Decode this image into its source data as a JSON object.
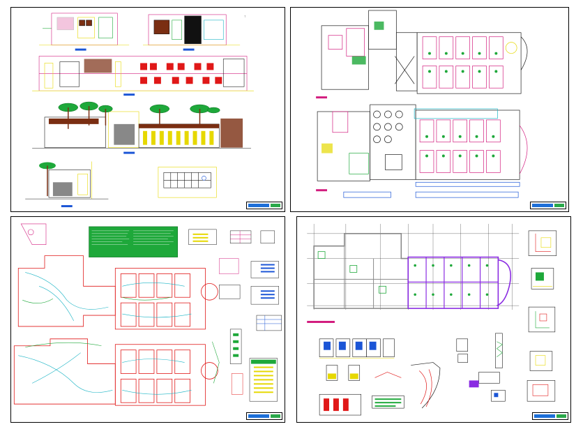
{
  "sheets": [
    {
      "id": "sheet-elevations",
      "kind": "elevations-and-sections"
    },
    {
      "id": "sheet-floor-plans",
      "kind": "floor-plans"
    },
    {
      "id": "sheet-electrical",
      "kind": "electrical-installation-plans"
    },
    {
      "id": "sheet-structural",
      "kind": "structural-plan-and-details"
    }
  ],
  "colors": {
    "wall": "#d21c7e",
    "line": "#1a1a1a",
    "yellow": "#e6d800",
    "green": "#1ea83a",
    "cyan": "#18b3c4",
    "blue": "#1b55d6",
    "red": "#e01818",
    "brown": "#7a2e12",
    "gray": "#888888",
    "violet": "#8a2be2"
  }
}
